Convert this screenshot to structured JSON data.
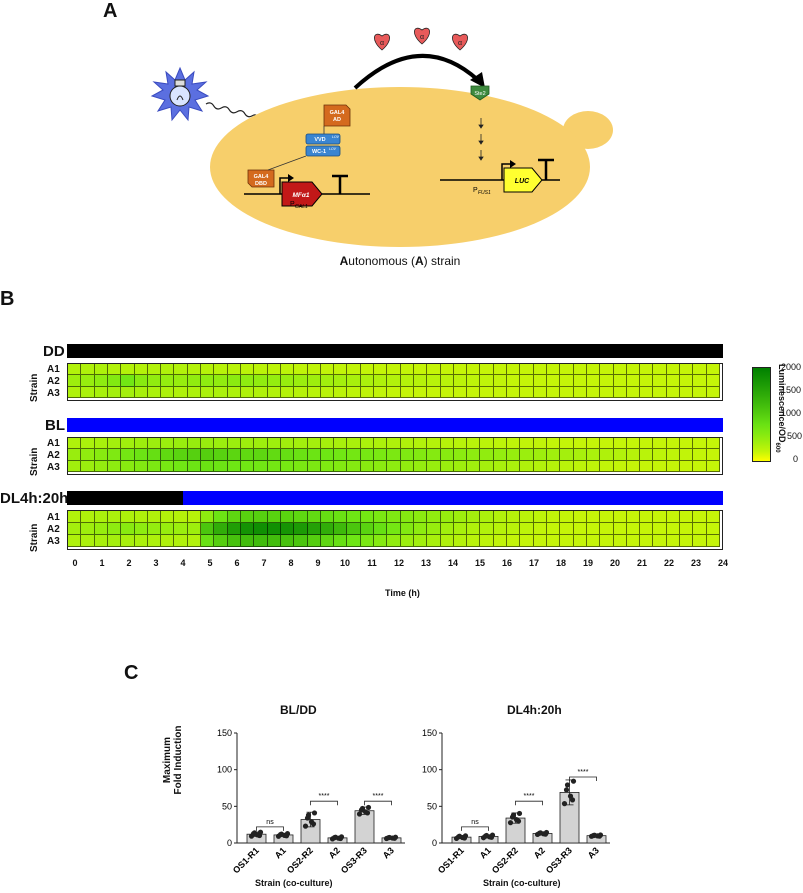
{
  "panel_a": {
    "letter": "A",
    "light_icon": "lightbulb-icon",
    "labels": {
      "gal4_ad": [
        "GAL4",
        "AD"
      ],
      "vvd": "VVD",
      "vvd_sup": "LOV",
      "wc1": "WC-1",
      "wc1_sup": "LOV",
      "gal4_dbd": [
        "GAL4",
        "DBD"
      ],
      "mfa1": "MFα1",
      "pgal1": "P",
      "pgal1_sub": "GAL1",
      "ste2": "Ste2",
      "luc": "LUC",
      "pfus1": "P",
      "pfus1_sub": "FUS1",
      "alpha": "α"
    },
    "caption_bold_1": "A",
    "caption_rest_1": "utonomous (",
    "caption_bold_2": "A",
    "caption_rest_2": ") strain"
  },
  "panel_b": {
    "letter": "B",
    "strain_axis": "Strain",
    "rows": [
      "A1",
      "A2",
      "A3"
    ],
    "blocks": [
      {
        "condition": "DD",
        "bar": [
          {
            "color": "#000000",
            "from": 0,
            "to": 24
          }
        ]
      },
      {
        "condition": "BL",
        "bar": [
          {
            "color": "#0000ff",
            "from": 0,
            "to": 24
          }
        ]
      },
      {
        "condition": "DL4h:20h",
        "bar": [
          {
            "color": "#000000",
            "from": 0,
            "to": 4.25
          },
          {
            "color": "#0000ff",
            "from": 4.25,
            "to": 24
          }
        ]
      }
    ],
    "x_ticks": [
      "0",
      "1",
      "2",
      "3",
      "4",
      "5",
      "6",
      "7",
      "8",
      "9",
      "10",
      "11",
      "12",
      "13",
      "14",
      "15",
      "16",
      "17",
      "18",
      "19",
      "20",
      "21",
      "22",
      "23",
      "24"
    ],
    "x_title": "Time (h)",
    "colorbar": {
      "ticks": [
        "2000",
        "1500",
        "1000",
        "500",
        "0"
      ],
      "label": "Luminescence/OD",
      "label_sub": "600",
      "low_color": "#ffff00",
      "high_color": "#008000"
    }
  },
  "panel_c": {
    "letter": "C",
    "y_title_1": "Maximum",
    "y_title_2": "Fold Induction",
    "x_title": "Strain (co-culture)",
    "y_ticks": [
      "150",
      "100",
      "50",
      "0"
    ],
    "categories": [
      "OS1-R1",
      "A1",
      "OS2-R2",
      "A2",
      "OS3-R3",
      "A3"
    ],
    "sig_labels": [
      "ns",
      "****",
      "****"
    ]
  },
  "chart_data": [
    {
      "type": "heatmap",
      "title": "DD",
      "rows": [
        "A1",
        "A2",
        "A3"
      ],
      "x": [
        0,
        1,
        2,
        3,
        4,
        5,
        6,
        7,
        8,
        9,
        10,
        11,
        12,
        13,
        14,
        15,
        16,
        17,
        18,
        19,
        20,
        21,
        22,
        23,
        24
      ],
      "xlabel": "Time (h)",
      "ylabel": "Strain",
      "zlim": [
        0,
        2000
      ],
      "values": [
        [
          300,
          320,
          330,
          300,
          290,
          290,
          300,
          310,
          300,
          290,
          280,
          270,
          260,
          250,
          250,
          240,
          240,
          230,
          230,
          220,
          220,
          220,
          210,
          210,
          210,
          210,
          200,
          200,
          200,
          200,
          200,
          200,
          200,
          200,
          200,
          200,
          200,
          200,
          200,
          200,
          200,
          200,
          200,
          200,
          200,
          200,
          200,
          200,
          200
        ],
        [
          420,
          460,
          520,
          600,
          720,
          560,
          500,
          480,
          460,
          500,
          520,
          500,
          540,
          520,
          500,
          480,
          460,
          440,
          420,
          400,
          380,
          360,
          340,
          320,
          300,
          290,
          280,
          270,
          260,
          250,
          240,
          230,
          220,
          210,
          200,
          200,
          200,
          200,
          200,
          200,
          200,
          200,
          200,
          200,
          200,
          200,
          200,
          200,
          200
        ],
        [
          320,
          340,
          360,
          380,
          380,
          360,
          340,
          330,
          320,
          330,
          340,
          340,
          330,
          320,
          310,
          300,
          290,
          280,
          270,
          260,
          250,
          240,
          230,
          220,
          210,
          200,
          200,
          200,
          200,
          200,
          200,
          200,
          200,
          200,
          200,
          200,
          200,
          200,
          200,
          200,
          200,
          200,
          200,
          200,
          200,
          200,
          200,
          200,
          200
        ]
      ]
    },
    {
      "type": "heatmap",
      "title": "BL",
      "rows": [
        "A1",
        "A2",
        "A3"
      ],
      "x": [
        0,
        1,
        2,
        3,
        4,
        5,
        6,
        7,
        8,
        9,
        10,
        11,
        12,
        13,
        14,
        15,
        16,
        17,
        18,
        19,
        20,
        21,
        22,
        23,
        24
      ],
      "xlabel": "Time (h)",
      "ylabel": "Strain",
      "zlim": [
        0,
        2000
      ],
      "values": [
        [
          320,
          340,
          360,
          380,
          400,
          420,
          430,
          440,
          450,
          460,
          450,
          440,
          430,
          420,
          420,
          410,
          400,
          390,
          380,
          370,
          360,
          350,
          340,
          330,
          320,
          310,
          300,
          290,
          280,
          270,
          260,
          250,
          240,
          230,
          220,
          220,
          210,
          210,
          200,
          200,
          200,
          200,
          200,
          200,
          200,
          200,
          200,
          200,
          200
        ],
        [
          450,
          500,
          560,
          620,
          700,
          760,
          820,
          880,
          940,
          980,
          1000,
          960,
          920,
          880,
          900,
          860,
          820,
          780,
          760,
          740,
          720,
          700,
          680,
          660,
          640,
          620,
          600,
          580,
          560,
          540,
          520,
          500,
          480,
          460,
          440,
          420,
          400,
          380,
          360,
          340,
          320,
          300,
          280,
          260,
          240,
          230,
          220,
          210,
          200
        ],
        [
          400,
          440,
          480,
          520,
          560,
          600,
          640,
          680,
          720,
          760,
          780,
          760,
          740,
          720,
          720,
          700,
          680,
          660,
          640,
          620,
          600,
          580,
          560,
          540,
          520,
          500,
          480,
          460,
          440,
          420,
          400,
          380,
          360,
          340,
          320,
          300,
          280,
          260,
          240,
          230,
          220,
          210,
          200,
          200,
          200,
          200,
          200,
          200,
          200
        ]
      ]
    },
    {
      "type": "heatmap",
      "title": "DL4h:20h",
      "rows": [
        "A1",
        "A2",
        "A3"
      ],
      "x": [
        0,
        1,
        2,
        3,
        4,
        5,
        6,
        7,
        8,
        9,
        10,
        11,
        12,
        13,
        14,
        15,
        16,
        17,
        18,
        19,
        20,
        21,
        22,
        23,
        24
      ],
      "xlabel": "Time (h)",
      "ylabel": "Strain",
      "zlim": [
        0,
        2000
      ],
      "values": [
        [
          300,
          320,
          340,
          340,
          330,
          320,
          310,
          300,
          290,
          280,
          520,
          760,
          900,
          960,
          980,
          960,
          940,
          900,
          860,
          820,
          780,
          740,
          700,
          660,
          620,
          580,
          540,
          500,
          460,
          420,
          380,
          340,
          300,
          280,
          260,
          240,
          220,
          210,
          200,
          200,
          200,
          200,
          200,
          200,
          200,
          200,
          200,
          200,
          200
        ],
        [
          380,
          420,
          460,
          520,
          560,
          520,
          480,
          460,
          440,
          420,
          1100,
          1400,
          1600,
          1750,
          1800,
          1780,
          1720,
          1650,
          1550,
          1400,
          1250,
          1100,
          950,
          820,
          700,
          600,
          520,
          460,
          400,
          360,
          320,
          300,
          280,
          260,
          240,
          220,
          210,
          200,
          200,
          200,
          200,
          200,
          200,
          200,
          200,
          200,
          200,
          200,
          200
        ],
        [
          320,
          340,
          360,
          380,
          360,
          340,
          330,
          320,
          310,
          300,
          800,
          1000,
          1150,
          1200,
          1220,
          1200,
          1150,
          1100,
          1000,
          900,
          820,
          740,
          660,
          580,
          500,
          440,
          400,
          360,
          320,
          290,
          260,
          240,
          220,
          210,
          200,
          200,
          200,
          200,
          200,
          200,
          200,
          200,
          200,
          200,
          200,
          200,
          200,
          200,
          200
        ]
      ]
    },
    {
      "type": "bar",
      "title": "BL/DD",
      "categories": [
        "OS1-R1",
        "A1",
        "OS2-R2",
        "A2",
        "OS3-R3",
        "A3"
      ],
      "values": [
        12,
        11,
        32,
        7,
        44,
        7
      ],
      "errors": [
        3,
        2,
        10,
        1.5,
        5,
        1
      ],
      "xlabel": "Strain (co-culture)",
      "ylabel": "Maximum Fold Induction",
      "ylim": [
        0,
        150
      ],
      "significance": [
        {
          "between": [
            "OS1-R1",
            "A1"
          ],
          "label": "ns",
          "y": 22
        },
        {
          "between": [
            "OS2-R2",
            "A2"
          ],
          "label": "****",
          "y": 57
        },
        {
          "between": [
            "OS3-R3",
            "A3"
          ],
          "label": "****",
          "y": 57
        }
      ]
    },
    {
      "type": "bar",
      "title": "DL4h:20h",
      "categories": [
        "OS1-R1",
        "A1",
        "OS2-R2",
        "A2",
        "OS3-R3",
        "A3"
      ],
      "values": [
        8,
        9,
        34,
        13,
        69,
        10
      ],
      "errors": [
        2,
        2,
        7,
        1.5,
        17,
        1
      ],
      "xlabel": "Strain (co-culture)",
      "ylabel": "Maximum Fold Induction",
      "ylim": [
        0,
        150
      ],
      "significance": [
        {
          "between": [
            "OS1-R1",
            "A1"
          ],
          "label": "ns",
          "y": 22
        },
        {
          "between": [
            "OS2-R2",
            "A2"
          ],
          "label": "****",
          "y": 57
        },
        {
          "between": [
            "OS3-R3",
            "A3"
          ],
          "label": "****",
          "y": 90
        }
      ]
    }
  ]
}
